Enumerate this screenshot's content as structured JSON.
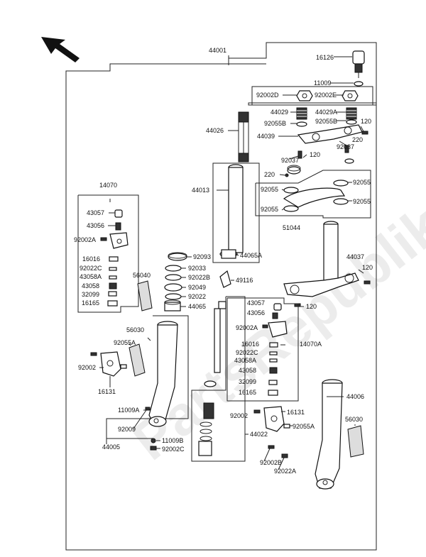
{
  "watermark": "PartsRepublik",
  "labels": [
    {
      "id": "l44001",
      "text": "44001"
    },
    {
      "id": "l16126",
      "text": "16126"
    },
    {
      "id": "l11009",
      "text": "11009"
    },
    {
      "id": "l92002D",
      "text": "92002D"
    },
    {
      "id": "l92002E",
      "text": "92002E"
    },
    {
      "id": "l44029",
      "text": "44029"
    },
    {
      "id": "l44029A",
      "text": "44029A"
    },
    {
      "id": "l92055B",
      "text": "92055B"
    },
    {
      "id": "l120a",
      "text": "120"
    },
    {
      "id": "l92055B2",
      "text": "92055B"
    },
    {
      "id": "l44026",
      "text": "44026"
    },
    {
      "id": "l44039",
      "text": "44039"
    },
    {
      "id": "l220a",
      "text": "220"
    },
    {
      "id": "l92037a",
      "text": "92037"
    },
    {
      "id": "l120b",
      "text": "120"
    },
    {
      "id": "l92037b",
      "text": "92037"
    },
    {
      "id": "l220b",
      "text": "220"
    },
    {
      "id": "l92055a",
      "text": "92055"
    },
    {
      "id": "l92055b",
      "text": "92055"
    },
    {
      "id": "l92055c",
      "text": "92055"
    },
    {
      "id": "l92055d",
      "text": "92055"
    },
    {
      "id": "l14070",
      "text": "14070"
    },
    {
      "id": "l44013",
      "text": "44013"
    },
    {
      "id": "l51044",
      "text": "51044"
    },
    {
      "id": "l43057",
      "text": "43057"
    },
    {
      "id": "l43056",
      "text": "43056"
    },
    {
      "id": "l92002A",
      "text": "92002A"
    },
    {
      "id": "l44037",
      "text": "44037"
    },
    {
      "id": "l44065A",
      "text": "44065A"
    },
    {
      "id": "l16016",
      "text": "16016"
    },
    {
      "id": "l92093",
      "text": "92093"
    },
    {
      "id": "l92022C",
      "text": "92022C"
    },
    {
      "id": "l92033",
      "text": "92033"
    },
    {
      "id": "l43058A",
      "text": "43058A"
    },
    {
      "id": "l56040",
      "text": "56040"
    },
    {
      "id": "l43058",
      "text": "43058"
    },
    {
      "id": "l92022B",
      "text": "92022B"
    },
    {
      "id": "l49116",
      "text": "49116"
    },
    {
      "id": "l120c",
      "text": "120"
    },
    {
      "id": "l32099",
      "text": "32099"
    },
    {
      "id": "l92049",
      "text": "92049"
    },
    {
      "id": "l16165",
      "text": "16165"
    },
    {
      "id": "l92022",
      "text": "92022"
    },
    {
      "id": "l44065",
      "text": "44065"
    },
    {
      "id": "l43057b",
      "text": "43057"
    },
    {
      "id": "l120d",
      "text": "120"
    },
    {
      "id": "l43056b",
      "text": "43056"
    },
    {
      "id": "l92002Ab",
      "text": "92002A"
    },
    {
      "id": "l56030a",
      "text": "56030"
    },
    {
      "id": "l92055A",
      "text": "92055A"
    },
    {
      "id": "l16016b",
      "text": "16016"
    },
    {
      "id": "l14070A",
      "text": "14070A"
    },
    {
      "id": "l92022Cb",
      "text": "92022C"
    },
    {
      "id": "l92002",
      "text": "92002"
    },
    {
      "id": "l43058Ab",
      "text": "43058A"
    },
    {
      "id": "l43058b",
      "text": "43058"
    },
    {
      "id": "l16131",
      "text": "16131"
    },
    {
      "id": "l32099b",
      "text": "32099"
    },
    {
      "id": "l44006",
      "text": "44006"
    },
    {
      "id": "l16165b",
      "text": "16165"
    },
    {
      "id": "l11009A",
      "text": "11009A"
    },
    {
      "id": "l92002b",
      "text": "92002"
    },
    {
      "id": "l16131b",
      "text": "16131"
    },
    {
      "id": "l92009",
      "text": "92009"
    },
    {
      "id": "l92055Ab",
      "text": "92055A"
    },
    {
      "id": "l56030b",
      "text": "56030"
    },
    {
      "id": "l44022",
      "text": "44022"
    },
    {
      "id": "l44005",
      "text": "44005"
    },
    {
      "id": "l11009B",
      "text": "11009B"
    },
    {
      "id": "l92002C",
      "text": "92002C"
    },
    {
      "id": "l92002B",
      "text": "92002B"
    },
    {
      "id": "l92022A",
      "text": "92022A"
    }
  ]
}
